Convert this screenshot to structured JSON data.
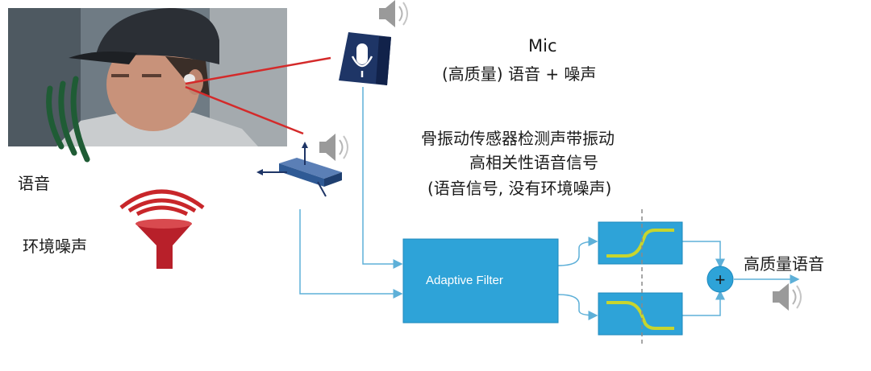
{
  "mic": {
    "title": "Mic",
    "subtitle": "(高质量) 语音 + 噪声"
  },
  "sensor_description": {
    "line1": "骨振动传感器检测声带振动",
    "line2": "高相关性语音信号",
    "line3": "(语音信号, 没有环境噪声)"
  },
  "labels": {
    "voice": "语音",
    "ambient_noise": "环境噪声",
    "output": "高质量语音"
  },
  "filter": {
    "label": "Adaptive Filter"
  },
  "summer_symbol": "+",
  "icons": {
    "speaker": "speaker-icon",
    "mic": "microphone-icon",
    "sensor": "bone-vibration-sensor-icon",
    "noise_source": "noise-funnel-icon",
    "voice_waves": "voice-wave-icon"
  },
  "colors": {
    "filter_blue": "#2ea3d8",
    "arrow_blue": "#5eb0d8",
    "red_line": "#d42a2a",
    "green_wave": "#1f5c35",
    "curve_yellow": "#c7d52e",
    "mic_navy": "#1e3566"
  }
}
